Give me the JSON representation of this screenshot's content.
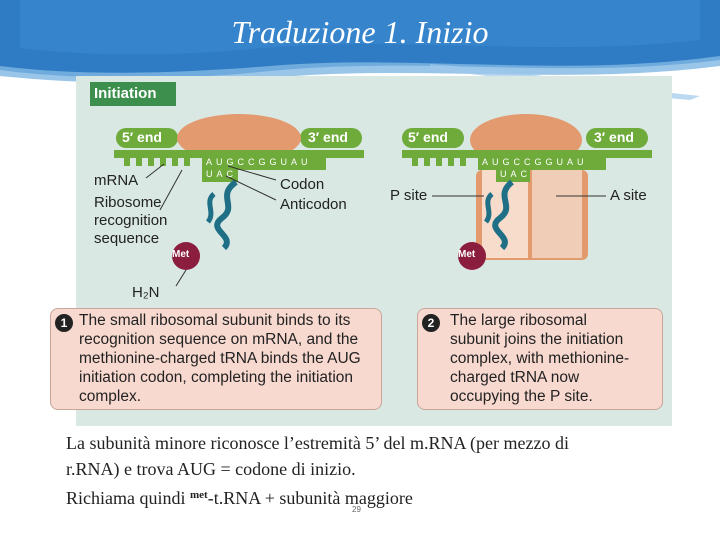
{
  "slide": {
    "title": "Traduzione 1. Inizio",
    "page_number": "29"
  },
  "figure": {
    "heading": "Initiation",
    "panel1": {
      "five_end": "5′ end",
      "three_end": "3′ end",
      "codon_seq": "AUGCCGGUAU",
      "anticodon_seq": "UAC",
      "labels": {
        "mrna": "mRNA",
        "ribosome_recognition": [
          "Ribosome",
          "recognition",
          "sequence"
        ],
        "codon": "Codon",
        "anticodon": "Anticodon",
        "h2n": "H₂N",
        "met": "Met"
      }
    },
    "panel2": {
      "five_end": "5′ end",
      "three_end": "3′ end",
      "codon_seq": "AUGCCGGUAU",
      "anticodon_seq": "UAC",
      "labels": {
        "p_site": "P site",
        "a_site": "A site",
        "met": "Met"
      }
    },
    "step1": {
      "number": "1",
      "lines": [
        "The small ribosomal subunit binds to its",
        "recognition sequence on mRNA, and the",
        "methionine-charged tRNA binds the AUG",
        "initiation codon, completing the initiation",
        "complex."
      ]
    },
    "step2": {
      "number": "2",
      "lines": [
        "The large ribosomal",
        "subunit joins the initiation",
        "complex, with methionine-",
        "charged tRNA now",
        "occupying the P site."
      ]
    }
  },
  "caption": {
    "line1": "La subunità minore riconosce l’estremità 5’ del m.RNA (per mezzo di",
    "line2": "r.RNA) e trova AUG = codone di inizio.",
    "line3_before": "Richiama quindi ",
    "line3_sup": "met",
    "line3_after": "-t.RNA + subunità maggiore"
  },
  "colors": {
    "banner": "#2f7cc4",
    "figure_bg": "#d9e8e3",
    "ribosome_large": "#e39a6f",
    "ribosome_small": "#f0cdb6",
    "mrna": "#6fab3b",
    "trna": "#1f6f86",
    "met": "#8b1d3e",
    "heading_bg": "#3c8f4c"
  }
}
